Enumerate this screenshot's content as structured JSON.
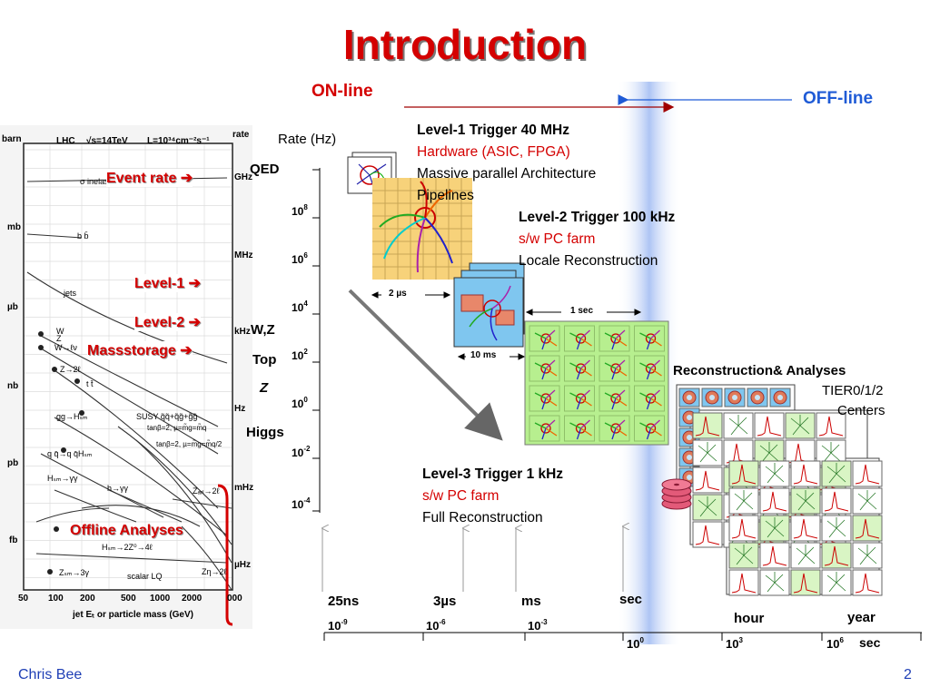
{
  "slide": {
    "title": "Introduction",
    "footer_author": "Chris Bee",
    "footer_page": "2"
  },
  "flow": {
    "online_label": "ON-line",
    "offline_label": "OFF-line"
  },
  "rate_axis": {
    "title": "Rate (Hz)",
    "ticks": [
      {
        "base": "10",
        "exp": "8"
      },
      {
        "base": "10",
        "exp": "6"
      },
      {
        "base": "10",
        "exp": "4"
      },
      {
        "base": "10",
        "exp": "2"
      },
      {
        "base": "10",
        "exp": "0"
      },
      {
        "base": "10",
        "exp": "-2"
      },
      {
        "base": "10",
        "exp": "-4"
      }
    ],
    "processes": [
      "QED",
      "W,Z",
      "Top",
      "Z",
      "Higgs"
    ]
  },
  "left_plot": {
    "annotations": [
      "Event rate ➔",
      "Level-1 ➔",
      "Level-2 ➔",
      "Massstorage ➔",
      "Offline Analyses"
    ],
    "header_labels": [
      "LHC",
      "√s=14TeV",
      "L=10³⁴cm⁻²s⁻¹",
      "rate"
    ],
    "left_units": [
      "barn",
      "mb",
      "µb",
      "nb",
      "pb",
      "fb"
    ],
    "right_units": [
      "GHz",
      "MHz",
      "kHz",
      "Hz",
      "mHz",
      "µHz"
    ],
    "curve_labels": [
      "σ inelastic",
      "b b̄",
      "jets",
      "W",
      "Z",
      "W→ℓν",
      "Z→2ℓ",
      "t t̄",
      "gg→Hₛₘ",
      "SUSY q̃q̃+q̃g̃+g̃g̃",
      "tanβ=2, µ=m̃g=m̃q",
      "tanβ=2, µ=m̃g=m̃q/2",
      "q q̄→q q̄Hₛₘ",
      "Hₛₘ→γγ",
      "h→γγ",
      "Zₐᵣₗ→2ℓ",
      "Hₛₘ→2Z⁰→4ℓ",
      "Zₛₘ→3γ",
      "scalar LQ",
      "Zη→2ℓ"
    ],
    "x_ticks": [
      "50",
      "100",
      "200",
      "500",
      "1000",
      "2000",
      "000"
    ],
    "x_title": "jet Eₜ or particle mass (GeV)"
  },
  "levels": {
    "l1": {
      "title": "Level-1 Trigger 40 MHz",
      "line2": "Hardware (ASIC, FPGA)",
      "line3": "Massive parallel Architecture",
      "line4": "Pipelines",
      "interval": "2 µs"
    },
    "l2": {
      "title": "Level-2 Trigger 100 kHz",
      "line2": "s/w PC farm",
      "line3": "Locale Reconstruction",
      "interval": "10 ms"
    },
    "l3": {
      "title": "Level-3 Trigger 1 kHz",
      "line2": "s/w PC farm",
      "line3": "Full Reconstruction",
      "interval": "1 sec"
    },
    "reco": {
      "title": "Reconstruction& Analyses",
      "line2": "TIER0/1/2",
      "line3": "Centers"
    }
  },
  "time_axis": {
    "upper_labels": [
      "25ns",
      "3µs",
      "ms",
      "sec"
    ],
    "upper_ticks": [
      {
        "base": "10",
        "exp": "-9"
      },
      {
        "base": "10",
        "exp": "-6"
      },
      {
        "base": "10",
        "exp": "-3"
      }
    ],
    "lower_labels": [
      "hour",
      "year"
    ],
    "lower_ticks": [
      {
        "base": "10",
        "exp": "0"
      },
      {
        "base": "10",
        "exp": "3"
      },
      {
        "base": "10",
        "exp": "6"
      }
    ],
    "unit": "sec"
  },
  "colors": {
    "accent_red": "#d40000",
    "offline_blue": "#1f5bd6",
    "boundary_band": "#b9cdf5",
    "l1_tile": "#f7d27a",
    "l2_tile": "#7fc6ef",
    "l3_tile": "#b7ef8f"
  }
}
